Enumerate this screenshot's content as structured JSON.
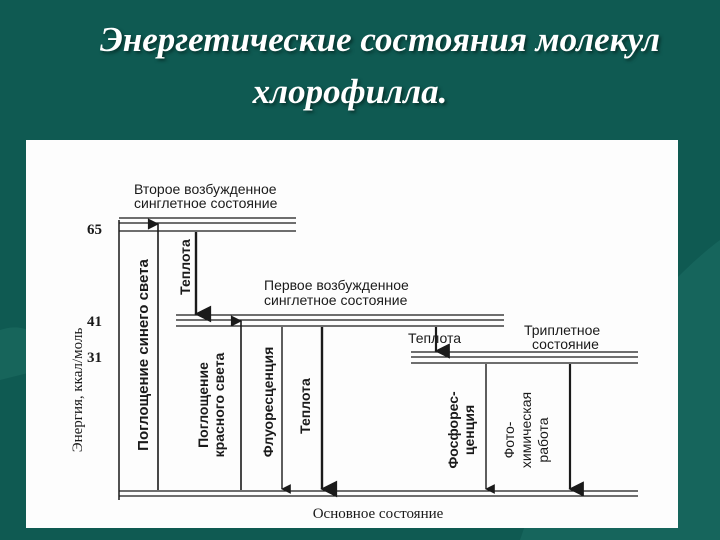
{
  "slide": {
    "title_line1": "Энергетические состояния молекул",
    "title_line2": "хлорофилла."
  },
  "colors": {
    "background": "#0f5a52",
    "panel": "#fdfdfd",
    "ink": "#1a1a1a",
    "title": "#ffffff"
  },
  "diagram": {
    "y_axis_label": "Энергия, ккал/моль",
    "levels": [
      {
        "id": "s2",
        "value": "65",
        "label_line1": "Второе возбужденное",
        "label_line2": "синглетное состояние"
      },
      {
        "id": "s1",
        "value": "41",
        "label_line1": "Первое возбужденное",
        "label_line2": "синглетное состояние"
      },
      {
        "id": "t1",
        "value": "31",
        "label_line1": "Триплетное",
        "label_line2": "состояние"
      },
      {
        "id": "ground",
        "value": "",
        "label_line1": "Основное состояние",
        "label_line2": ""
      }
    ],
    "transitions": {
      "blue_absorption": "Поглощение синего света",
      "heat_s2_s1": "Теплота",
      "red_absorption_line1": "Поглощение",
      "red_absorption_line2": "красного света",
      "fluorescence": "Флуоресценция",
      "heat_s1_ground": "Теплота",
      "heat_s1_t1": "Теплота",
      "phosphorescence_line1": "Фосфорес-",
      "phosphorescence_line2": "ценция",
      "photochem_line1": "Фото-",
      "photochem_line2": "химическая",
      "photochem_line3": "работа"
    }
  }
}
